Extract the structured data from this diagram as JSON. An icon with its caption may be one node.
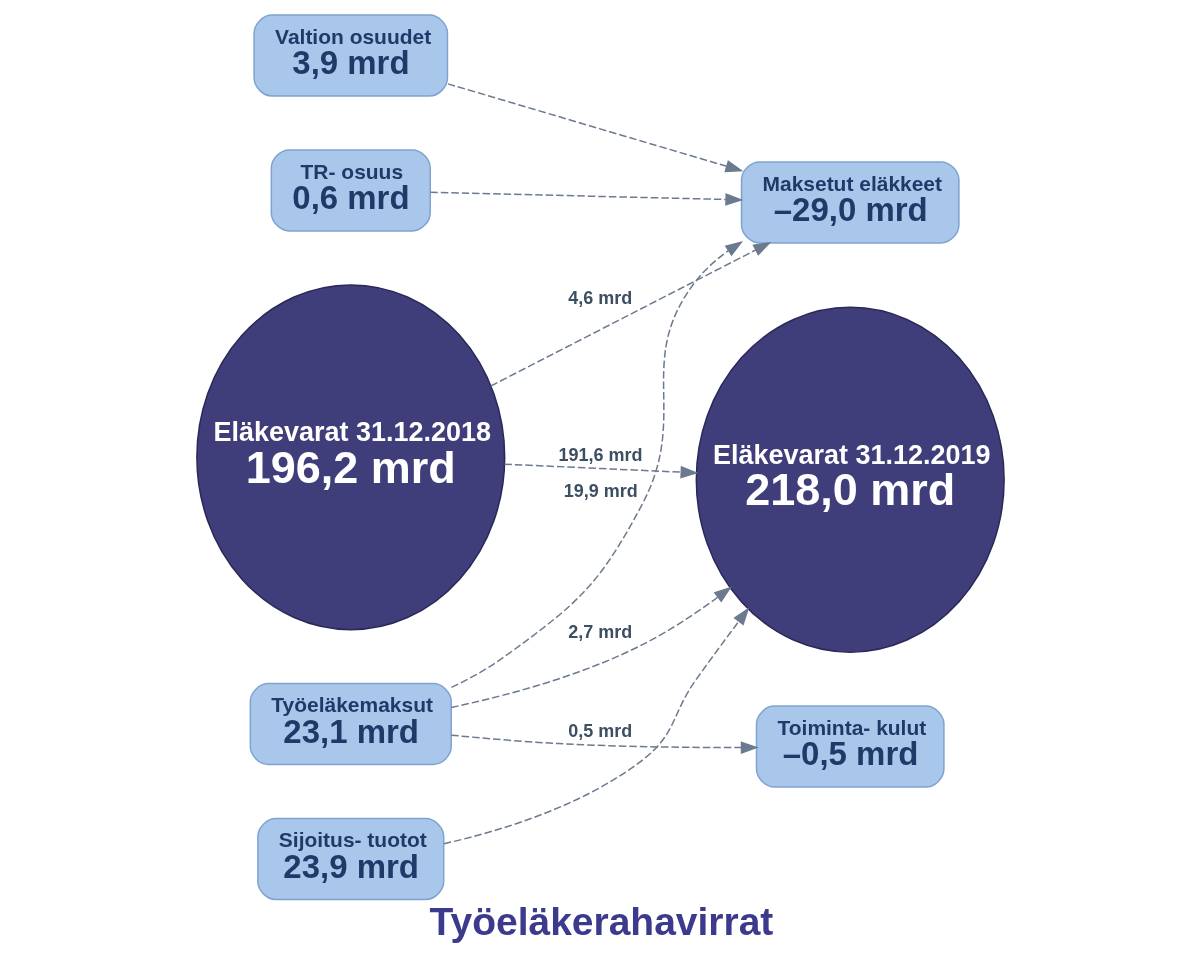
{
  "diagram": {
    "caption": "Työeläkerahavirrat",
    "nodes": [
      {
        "text": [
          "Eläkevarat 31.12.2018",
          "196,2 mrd"
        ]
      },
      {
        "text": [
          "Valtion osuudet",
          "3,9 mrd"
        ]
      },
      {
        "text": [
          "TR- osuus",
          "0,6 mrd"
        ]
      },
      {
        "text": [
          "Työeläkemaksut",
          "23,1 mrd"
        ]
      },
      {
        "text": [
          "Maksetut eläkkeet",
          "–29,0 mrd"
        ]
      },
      {
        "text": [
          "Sijoitus- tuotot",
          "23,9 mrd"
        ]
      },
      {
        "text": [
          "Toiminta- kulut",
          "–0,5 mrd"
        ]
      },
      {
        "text": [
          "Eläkevarat 31.12.2019",
          "218,0 mrd"
        ]
      }
    ],
    "edges": [
      {
        "from": 1,
        "to": 4,
        "arrow": "to",
        "style": "dashed"
      },
      {
        "from": 2,
        "to": 4,
        "arrow": "to",
        "style": "dashed"
      },
      {
        "from": 3,
        "to": 4,
        "arrow": "to",
        "style": "dashed",
        "label": "19,9 mrd"
      },
      {
        "from": 3,
        "to": 6,
        "arrow": "to",
        "style": "dashed",
        "label": "0,5 mrd"
      },
      {
        "from": 3,
        "to": 7,
        "arrow": "to",
        "style": "dashed",
        "label": "2,7 mrd"
      },
      {
        "from": 0,
        "to": 7,
        "arrow": "to",
        "style": "dashed",
        "label": "191,6 mrd"
      },
      {
        "from": 0,
        "to": 4,
        "arrow": "to",
        "style": "dashed",
        "label": "4,6 mrd"
      },
      {
        "from": 5,
        "to": 7,
        "arrow": "to",
        "style": "dashed"
      }
    ]
  }
}
